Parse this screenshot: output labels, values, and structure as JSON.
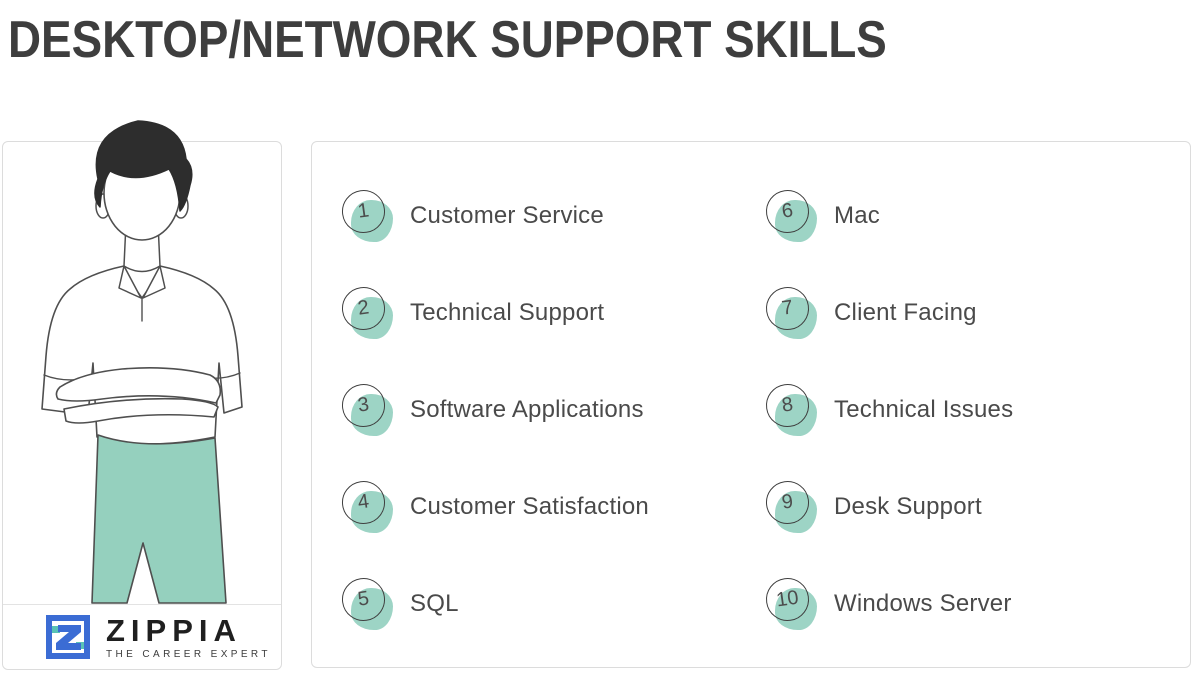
{
  "title": "DESKTOP/NETWORK SUPPORT SKILLS",
  "skills": {
    "columns": [
      {
        "items": [
          {
            "rank": "1",
            "label": "Customer Service"
          },
          {
            "rank": "2",
            "label": "Technical Support"
          },
          {
            "rank": "3",
            "label": "Software Applications"
          },
          {
            "rank": "4",
            "label": "Customer Satisfaction"
          },
          {
            "rank": "5",
            "label": "SQL"
          }
        ]
      },
      {
        "items": [
          {
            "rank": "6",
            "label": "Mac"
          },
          {
            "rank": "7",
            "label": "Client Facing"
          },
          {
            "rank": "8",
            "label": "Technical Issues"
          },
          {
            "rank": "9",
            "label": "Desk Support"
          },
          {
            "rank": "10",
            "label": "Windows Server"
          }
        ]
      }
    ]
  },
  "brand": {
    "name": "ZIPPIA",
    "tagline": "THE CAREER EXPERT"
  },
  "colors": {
    "accent_teal": "#9dd4c5",
    "pants_teal": "#95d0be",
    "logo_blue": "#3b6cd4",
    "logo_teal": "#59c3b6",
    "title_text": "#3e3e3e",
    "body_text": "#4a4a4a"
  }
}
